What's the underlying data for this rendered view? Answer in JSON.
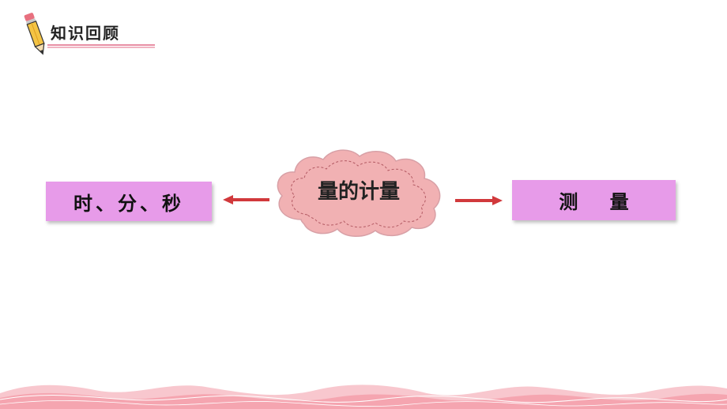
{
  "header": {
    "title": "知识回顾",
    "icon": "pencil-icon"
  },
  "center": {
    "label": "量的计量"
  },
  "left_box": {
    "label": "时、分、秒"
  },
  "right_box": {
    "label": "测 量"
  },
  "colors": {
    "box_fill": "#e79be9",
    "cloud_fill": "#f1b1b3",
    "arrow": "#d1393c",
    "header_underline": "#e06a86",
    "pencil_body": "#f4c444",
    "wave_pink": "#f5a5b0"
  }
}
